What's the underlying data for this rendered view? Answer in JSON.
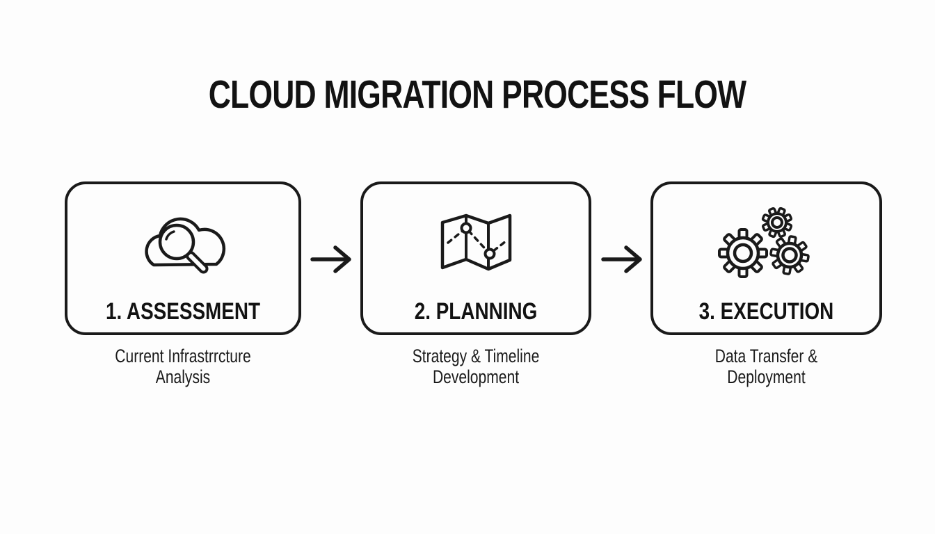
{
  "title": "CLOUD MIGRATION PROCESS FLOW",
  "colors": {
    "background": "#fdfdfd",
    "line_ink": "#1a1a1a",
    "text_ink": "#121212"
  },
  "steps": [
    {
      "label": "1. ASSESSMENT",
      "icon": "cloud-search-icon",
      "caption_line1": "Current Infrastrrcture",
      "caption_line2": "Analysis"
    },
    {
      "label": "2. PLANNING",
      "icon": "map-route-icon",
      "caption_line1": "Strategy & Timeline",
      "caption_line2": "Development"
    },
    {
      "label": "3. EXECUTION",
      "icon": "gears-icon",
      "caption_line1": "Data Transfer &",
      "caption_line2": "Deployment"
    }
  ],
  "connectors": [
    {
      "icon": "arrow-right-icon"
    },
    {
      "icon": "arrow-right-icon"
    }
  ]
}
